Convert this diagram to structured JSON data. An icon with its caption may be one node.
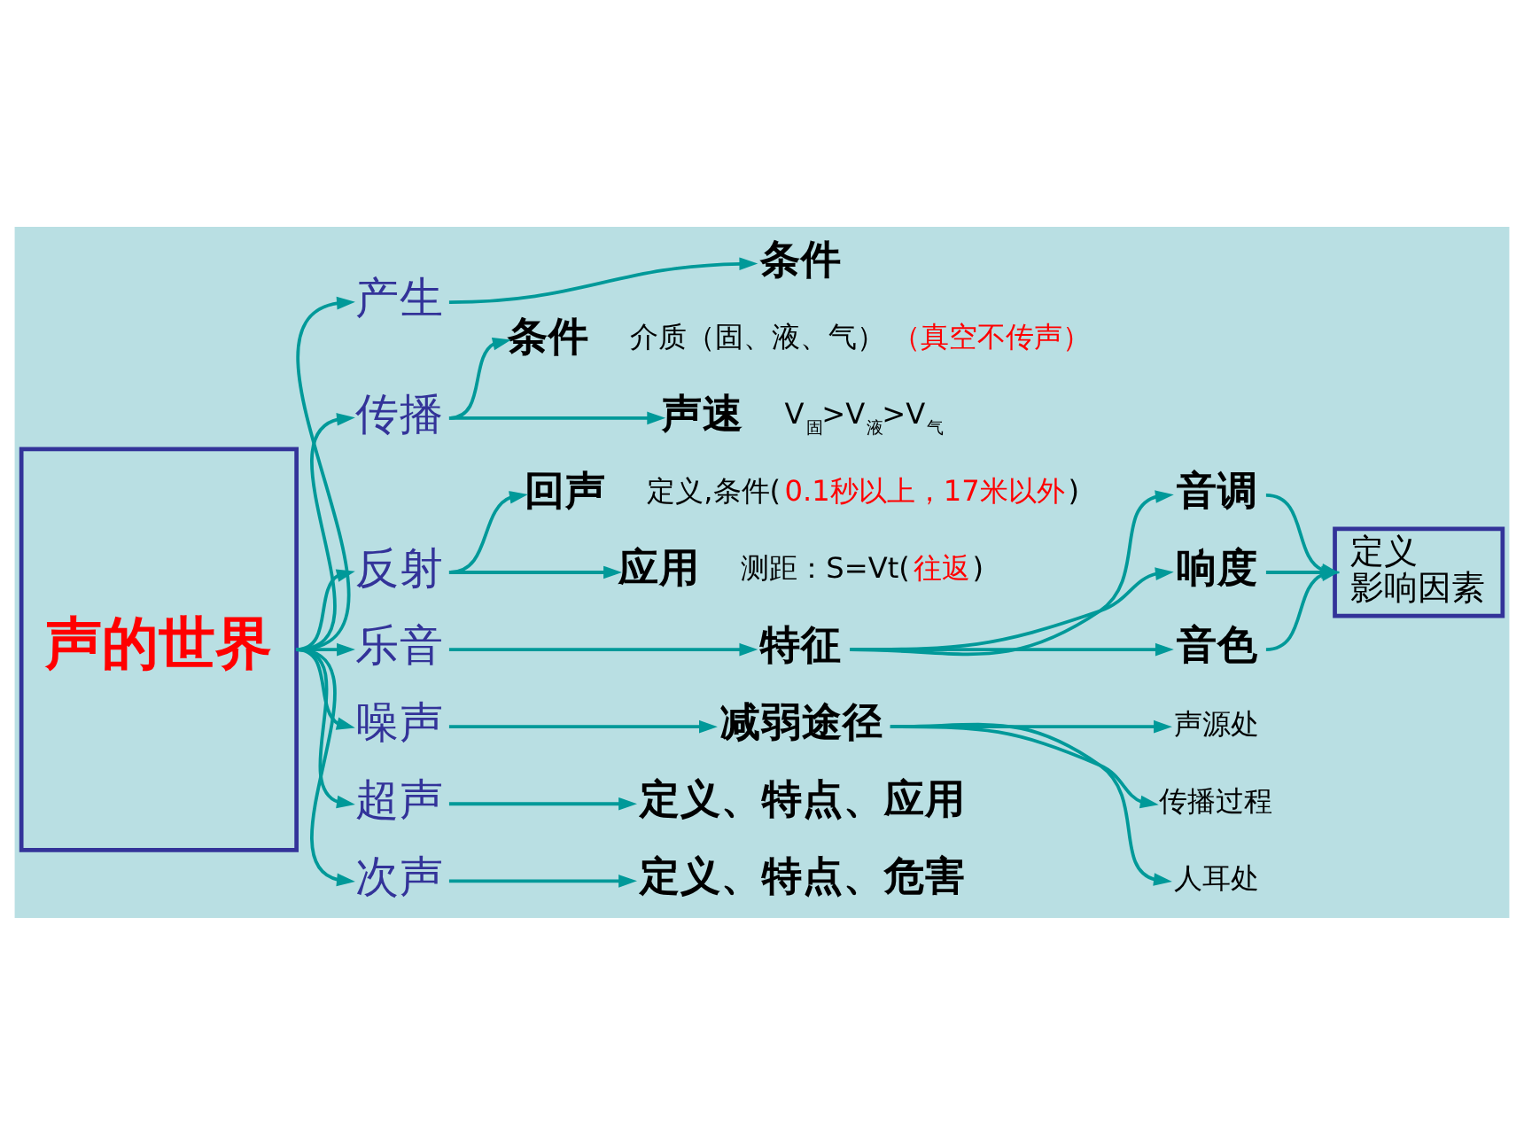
{
  "diagram": {
    "nodes": [
      {
        "text": [
          "声的世界"
        ]
      },
      {
        "text": [
          "产生"
        ]
      },
      {
        "text": [
          "条件"
        ]
      },
      {
        "text": [
          "传播"
        ]
      },
      {
        "text": [
          "条件"
        ],
        "beside": [
          "介质（固、液、气）",
          "（真空不传声）"
        ]
      },
      {
        "text": [
          "声速"
        ],
        "beside": [
          "V$_{固}$>V$_{液}$>V$_{气}$"
        ]
      },
      {
        "text": [
          "反射"
        ]
      },
      {
        "text": [
          "回声"
        ],
        "beside": [
          "定义,条件(",
          "0.1秒以上，17米以外",
          ")"
        ]
      },
      {
        "text": [
          "应用"
        ],
        "beside": [
          "测距：S=Vt(",
          "往返",
          ")"
        ]
      },
      {
        "text": [
          "乐音"
        ]
      },
      {
        "text": [
          "特征"
        ]
      },
      {
        "text": [
          "音调"
        ]
      },
      {
        "text": [
          "响度"
        ]
      },
      {
        "text": [
          "音色"
        ]
      },
      {
        "text": [
          "定义",
          "影响因素"
        ]
      },
      {
        "text": [
          "噪声"
        ]
      },
      {
        "text": [
          "减弱途径"
        ]
      },
      {
        "text": [
          "声源处"
        ]
      },
      {
        "text": [
          "传播过程"
        ]
      },
      {
        "text": [
          "人耳处"
        ]
      },
      {
        "text": [
          "超声"
        ]
      },
      {
        "text": [
          "定义、特点、应用"
        ]
      },
      {
        "text": [
          "次声"
        ]
      },
      {
        "text": [
          "定义、特点、危害"
        ]
      }
    ],
    "edges": [
      {
        "from": 0,
        "to": 1,
        "arrow": "to"
      },
      {
        "from": 1,
        "to": 2,
        "arrow": "to"
      },
      {
        "from": 0,
        "to": 3,
        "arrow": "to"
      },
      {
        "from": 3,
        "to": 4,
        "arrow": "to"
      },
      {
        "from": 3,
        "to": 5,
        "arrow": "to"
      },
      {
        "from": 0,
        "to": 6,
        "arrow": "to"
      },
      {
        "from": 6,
        "to": 7,
        "arrow": "to"
      },
      {
        "from": 6,
        "to": 8,
        "arrow": "to"
      },
      {
        "from": 0,
        "to": 9,
        "arrow": "to"
      },
      {
        "from": 9,
        "to": 10,
        "arrow": "to"
      },
      {
        "from": 10,
        "to": 11,
        "arrow": "to"
      },
      {
        "from": 10,
        "to": 12,
        "arrow": "to"
      },
      {
        "from": 10,
        "to": 13,
        "arrow": "to"
      },
      {
        "from": 11,
        "to": 14,
        "arrow": "to"
      },
      {
        "from": 12,
        "to": 14,
        "arrow": "to"
      },
      {
        "from": 13,
        "to": 14,
        "arrow": "to"
      },
      {
        "from": 0,
        "to": 15,
        "arrow": "to"
      },
      {
        "from": 15,
        "to": 16,
        "arrow": "to"
      },
      {
        "from": 16,
        "to": 17,
        "arrow": "to"
      },
      {
        "from": 16,
        "to": 18,
        "arrow": "to"
      },
      {
        "from": 16,
        "to": 19,
        "arrow": "to"
      },
      {
        "from": 0,
        "to": 20,
        "arrow": "to"
      },
      {
        "from": 20,
        "to": 21,
        "arrow": "to"
      },
      {
        "from": 0,
        "to": 22,
        "arrow": "to"
      },
      {
        "from": 22,
        "to": 23,
        "arrow": "to"
      }
    ]
  }
}
